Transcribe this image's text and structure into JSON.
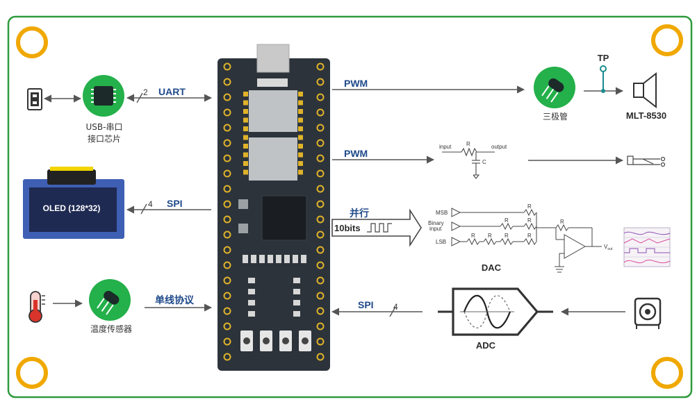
{
  "colors": {
    "border": "#2e9a3c",
    "ring": "#f0a800",
    "board": "#2c333b",
    "label_blue": "#1f4a8a",
    "green_chip": "#24b04a",
    "oled_bg": "#2d3e78"
  },
  "left": {
    "usb_chip_caption_1": "USB-串口",
    "usb_chip_caption_2": "接口芯片",
    "uart_label": "UART",
    "uart_bus_width": "2",
    "oled_text": "OLED (128*32)",
    "spi_left_label": "SPI",
    "spi_left_width": "4",
    "temp_sensor_caption": "温度传感器",
    "onewire_label": "单线协议"
  },
  "right": {
    "pwm1_label": "PWM",
    "transistor_caption": "三极管",
    "tp_label": "TP",
    "speaker_caption": "MLT-8530",
    "pwm2_label": "PWM",
    "rc_input": "input",
    "rc_output": "output",
    "rc_r": "R",
    "rc_c": "C",
    "parallel_label": "并行",
    "bits_label": "10bits",
    "dac_msb": "MSB",
    "dac_binary_1": "Binary",
    "dac_binary_2": "input",
    "dac_lsb": "LSB",
    "dac_r": "R",
    "dac_vout": "V",
    "dac_vout_sub": "out",
    "dac_caption": "DAC",
    "spi_right_label": "SPI",
    "spi_right_width": "4",
    "adc_caption": "ADC"
  }
}
